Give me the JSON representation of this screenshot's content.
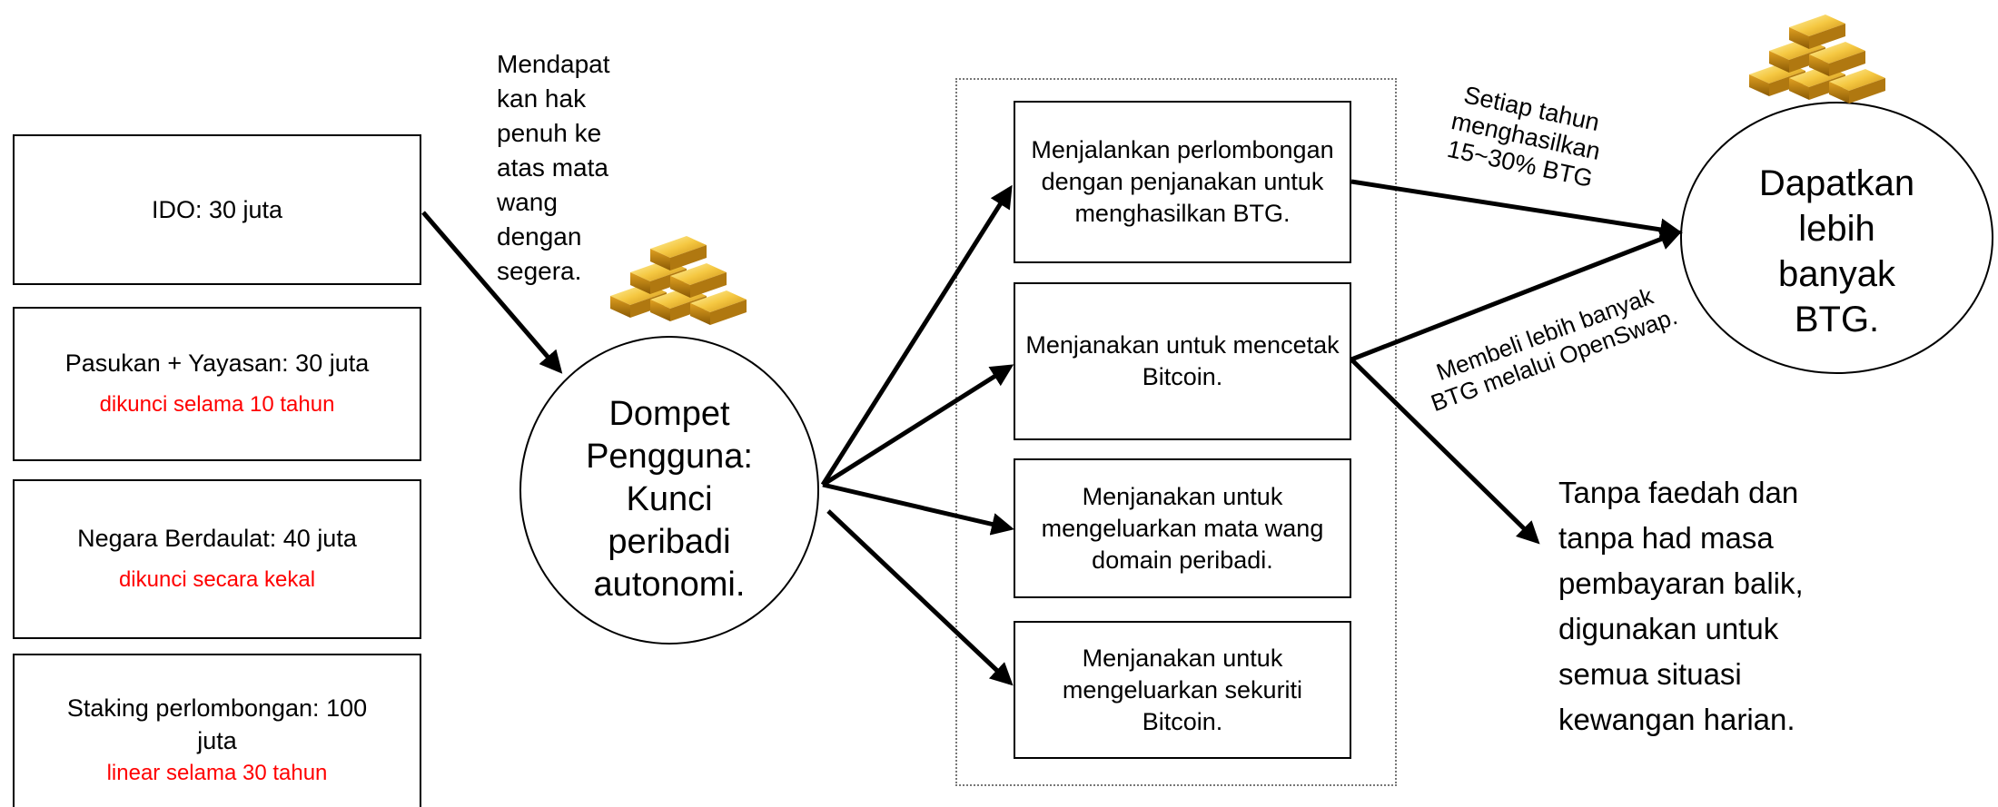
{
  "allocations": [
    {
      "label": "IDO: 30 juta",
      "lock": ""
    },
    {
      "label": "Pasukan + Yayasan: 30 juta",
      "lock": "dikunci selama 10 tahun"
    },
    {
      "label": "Negara Berdaulat: 40 juta",
      "lock": "dikunci secara kekal"
    },
    {
      "label": "Staking perlombongan: 100 juta",
      "lock": "linear selama 30 tahun"
    }
  ],
  "wallet_note": "Mendapat kan hak penuh ke atas mata wang dengan segera.",
  "wallet_label": "Dompet Pengguna: Kunci peribadi autonomi.",
  "actions": [
    "Menjalankan perlombongan dengan penjanakan untuk menghasilkan BTG.",
    "Menjanakan untuk mencetak Bitcoin.",
    "Menjanakan untuk mengeluarkan mata wang domain peribadi.",
    "Menjanakan untuk mengeluarkan sekuriti Bitcoin."
  ],
  "yield_note": "Setiap tahun menghasilkan 15~30% BTG",
  "swap_note": "Membeli lebih banyak BTG melalui OpenSwap.",
  "result_label": "Dapatkan lebih banyak BTG.",
  "benefit_note": "Tanpa faedah dan tanpa had masa pembayaran balik, digunakan untuk semua situasi kewangan harian.",
  "icons": [
    "gold-bars-icon",
    "gold-bars-icon"
  ],
  "colors": {
    "lock_text": "#ff0000",
    "line": "#000000"
  }
}
